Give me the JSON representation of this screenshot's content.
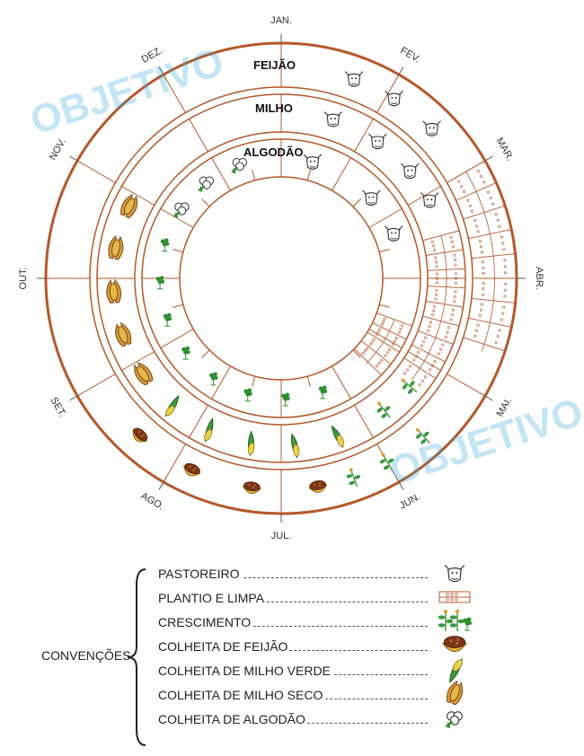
{
  "months": [
    "JAN.",
    "FEV.",
    "MAR.",
    "ABR.",
    "MAI.",
    "JUN.",
    "JUL.",
    "AGO.",
    "SET.",
    "OUT.",
    "NOV.",
    "DEZ."
  ],
  "rings": {
    "feijao": "FEIJÃO",
    "milho": "MILHO",
    "algodao": "ALGODÃO"
  },
  "watermark": "OBJETIVO",
  "legend": {
    "title": "CONVENÇÕES",
    "items": [
      {
        "label": "PASTOREIRO",
        "icon": "cattle-icon"
      },
      {
        "label": "PLANTIO E LIMPA",
        "icon": "planting-icon"
      },
      {
        "label": "CRESCIMENTO",
        "icon": "growth-icon"
      },
      {
        "label": "COLHEITA DE FEIJÃO",
        "icon": "bean-bowl-icon"
      },
      {
        "label": "COLHEITA DE MILHO VERDE",
        "icon": "green-corn-icon"
      },
      {
        "label": "COLHEITA DE MILHO SECO",
        "icon": "dry-corn-icon"
      },
      {
        "label": "COLHEITA DE ALGODÃO",
        "icon": "cotton-icon"
      }
    ]
  },
  "colors": {
    "ring": "#b5582a",
    "green": "#2f8f2f",
    "corn_yellow": "#d9b43a",
    "cotton": "#ffffff",
    "watermark": "#2aa6d8"
  }
}
